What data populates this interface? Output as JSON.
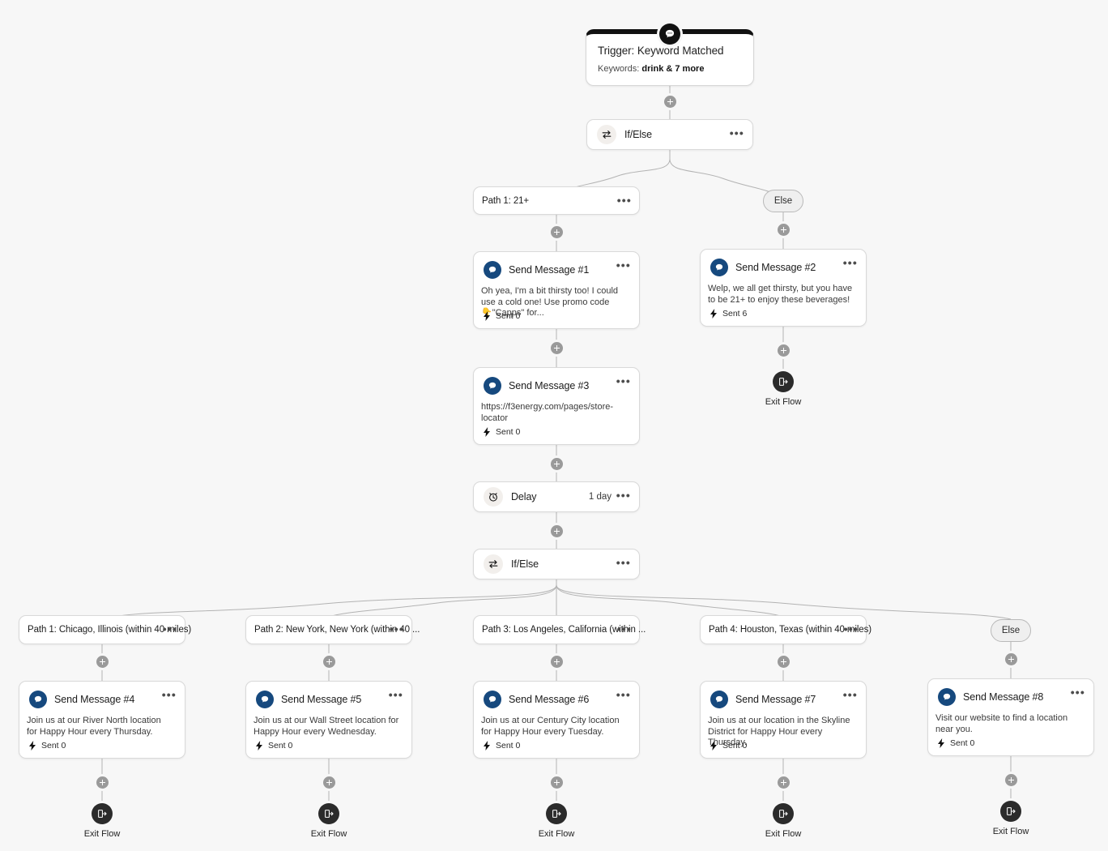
{
  "canvas": {
    "background": "#f7f7f7"
  },
  "trigger": {
    "badge_icon": "chat-bubble-icon",
    "title": "Trigger: Keyword Matched",
    "keywords_label": "Keywords:",
    "keywords_value": "drink & 7 more"
  },
  "nodes": {
    "ifelse_1": {
      "label": "If/Else",
      "icon": "branch-arrows-icon",
      "menu": "•••"
    },
    "ifelse_2": {
      "label": "If/Else",
      "icon": "branch-arrows-icon",
      "menu": "•••"
    },
    "delay": {
      "label": "Delay",
      "icon": "alarm-clock-icon",
      "duration": "1 day",
      "menu": "•••"
    }
  },
  "paths_top": [
    {
      "label": "Path 1: 21+",
      "menu": "•••"
    }
  ],
  "else_top": {
    "label": "Else"
  },
  "else_bottom": {
    "label": "Else"
  },
  "paths_bottom": [
    {
      "label": "Path 1: Chicago, Illinois (within 40 miles)",
      "menu": "•••"
    },
    {
      "label": "Path 2: New York, New York (within 40 ...",
      "menu": "•••"
    },
    {
      "label": "Path 3: Los Angeles, California (within ...",
      "menu": "•••"
    },
    {
      "label": "Path 4: Houston, Texas (within 40 miles)",
      "menu": "•••"
    }
  ],
  "messages": {
    "m1": {
      "title": "Send Message #1",
      "body": "Oh yea, I'm a bit thirsty too! I could use a cold one! Use promo code 👇\"Capps\" for...",
      "sent": "Sent 0",
      "menu": "•••"
    },
    "m2": {
      "title": "Send Message #2",
      "body": "Welp, we all get thirsty, but you have to be 21+ to enjoy these beverages!",
      "sent": "Sent 6",
      "menu": "•••"
    },
    "m3": {
      "title": "Send Message #3",
      "body": "https://f3energy.com/pages/store-locator",
      "sent": "Sent 0",
      "menu": "•••"
    },
    "m4": {
      "title": "Send Message #4",
      "body": "Join us at our River North location for Happy Hour every Thursday.",
      "sent": "Sent 0",
      "menu": "•••"
    },
    "m5": {
      "title": "Send Message #5",
      "body": "Join us at our Wall Street location for Happy Hour every Wednesday.",
      "sent": "Sent 0",
      "menu": "•••"
    },
    "m6": {
      "title": "Send Message #6",
      "body": "Join us at our Century City location for Happy Hour every Tuesday.",
      "sent": "Sent 0",
      "menu": "•••"
    },
    "m7": {
      "title": "Send Message #7",
      "body": "Join us at our location in the Skyline District for Happy Hour every Thursday.",
      "sent": "Sent 0",
      "menu": "•••"
    },
    "m8": {
      "title": "Send Message #8",
      "body": "Visit our website to find a location near you.",
      "sent": "Sent 0",
      "menu": "•••"
    }
  },
  "exit_flow": {
    "label": "Exit Flow",
    "icon": "exit-door-icon"
  },
  "colors": {
    "canvas": "#f7f7f7",
    "card": "#ffffff",
    "border": "#d9d9d9",
    "message_icon": "#16497e",
    "trigger_accent": "#111111",
    "edge": "#b0b0b0",
    "plus": "#9a9a9a"
  }
}
